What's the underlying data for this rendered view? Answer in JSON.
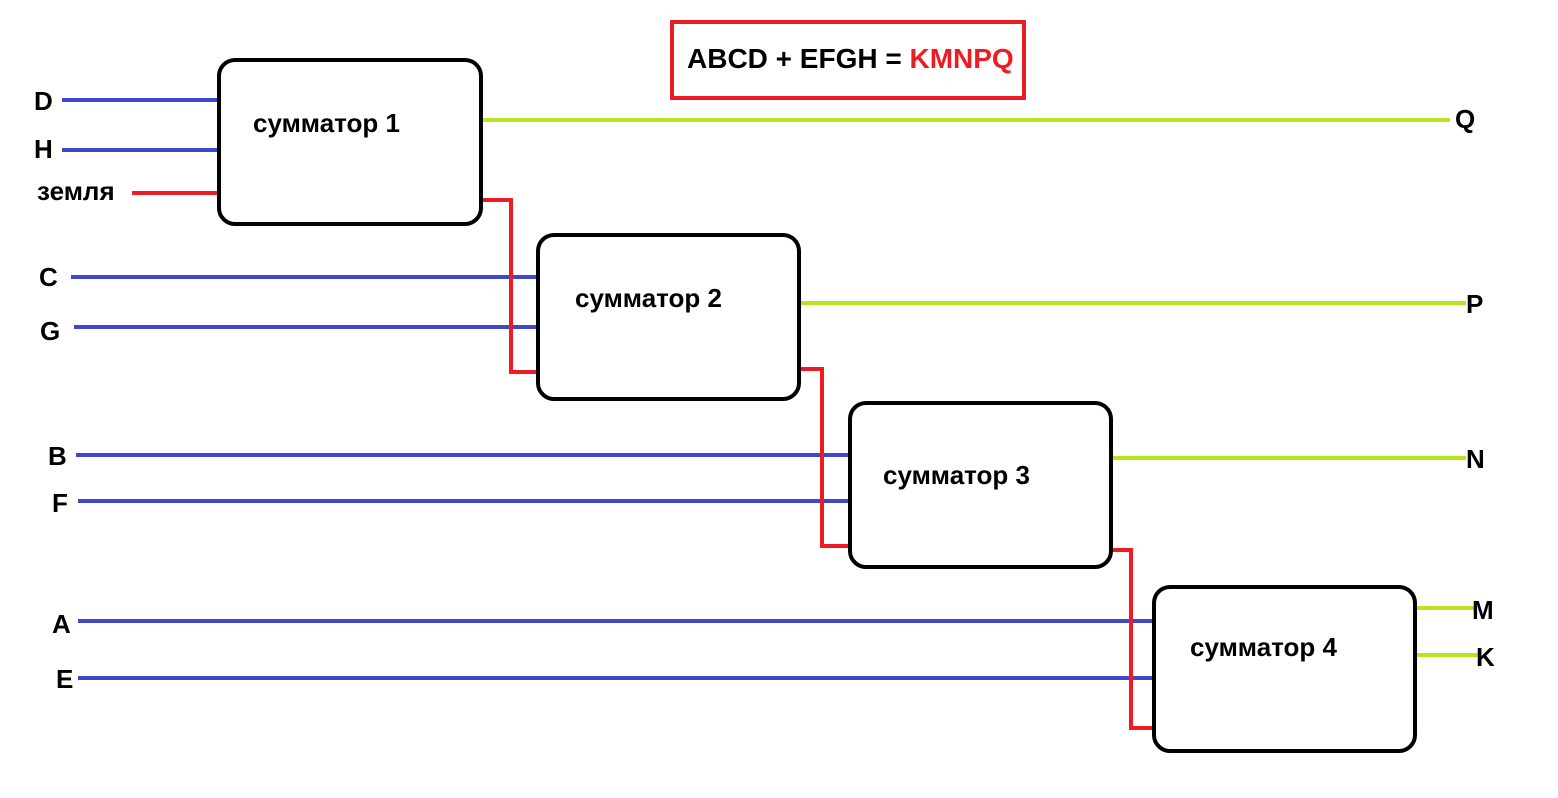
{
  "title": {
    "lhs": "ABCD + EFGH = ",
    "rhs": "KMNPQ"
  },
  "colors": {
    "input_wire": "#3f48cc",
    "carry_wire": "#ed1c24",
    "output_wire": "#b5e61d",
    "box_stroke": "#000000",
    "title_frame": "#ed1c24",
    "title_rhs": "#ed1c24"
  },
  "adders": [
    {
      "label": "сумматор 1",
      "inputs": [
        "D",
        "H"
      ],
      "carry_in": "земля",
      "sum_out": "Q"
    },
    {
      "label": "сумматор 2",
      "inputs": [
        "C",
        "G"
      ],
      "carry_in": "carry from сумматор 1",
      "sum_out": "P"
    },
    {
      "label": "сумматор 3",
      "inputs": [
        "B",
        "F"
      ],
      "carry_in": "carry from сумматор 2",
      "sum_out": "N"
    },
    {
      "label": "сумматор 4",
      "inputs": [
        "A",
        "E"
      ],
      "carry_in": "carry from сумматор 3",
      "sum_out": "M",
      "carry_out": "K"
    }
  ],
  "labels": {
    "D": "D",
    "H": "H",
    "ground": "земля",
    "C": "C",
    "G": "G",
    "B": "B",
    "F": "F",
    "A": "A",
    "E": "E",
    "Q": "Q",
    "P": "P",
    "N": "N",
    "M": "M",
    "K": "K"
  }
}
